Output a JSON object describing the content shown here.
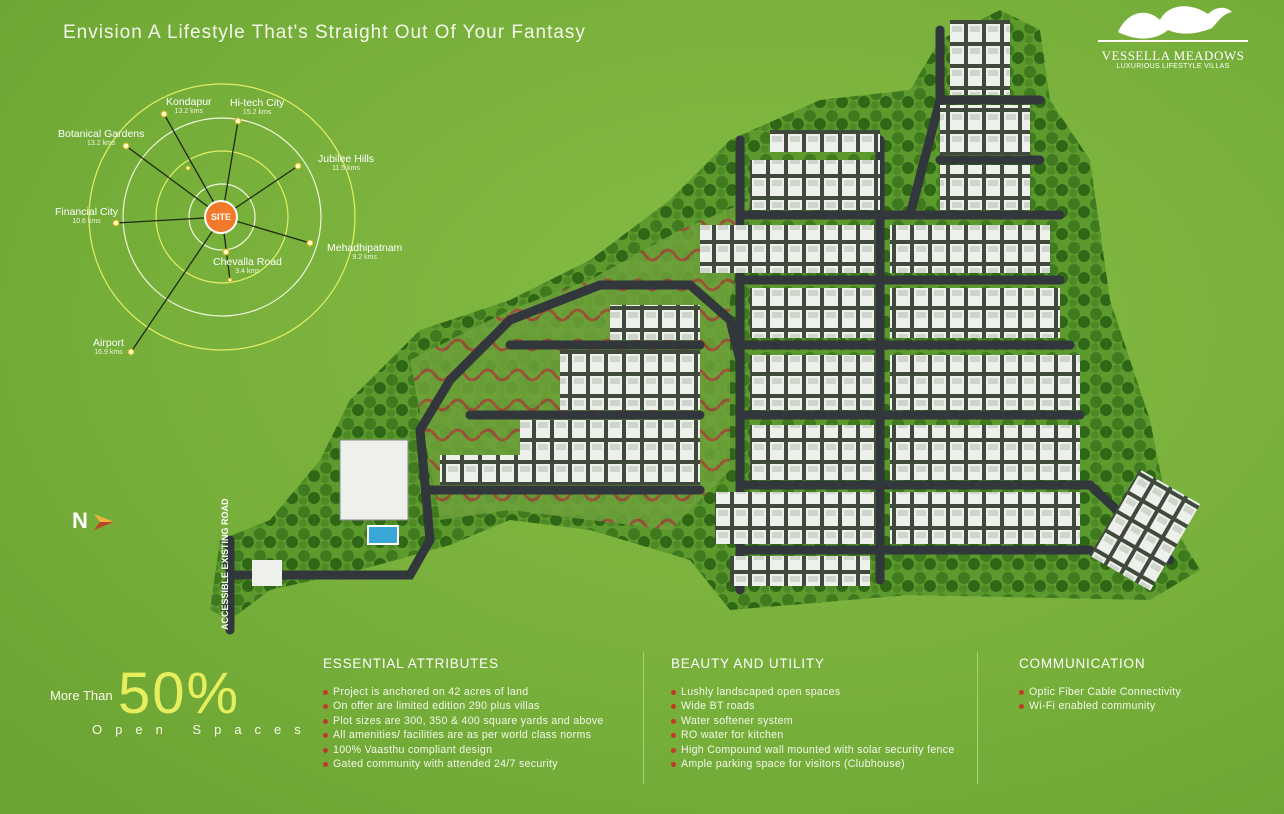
{
  "headline": "Envision A Lifestyle That's Straight Out Of Your Fantasy",
  "logo": {
    "brand": "VESSELLA MEADOWS",
    "tagline": "LUXURIOUS LIFESTYLE VILLAS"
  },
  "radar": {
    "center": "SITE",
    "locations": [
      {
        "name": "Kondapur",
        "distance": "13.2 kms"
      },
      {
        "name": "Hi-tech City",
        "distance": "15.2 kms"
      },
      {
        "name": "Botanical Gardens",
        "distance": "13.2 kms"
      },
      {
        "name": "Jubilee Hills",
        "distance": "11.5 kms"
      },
      {
        "name": "Financial City",
        "distance": "10.6 kms"
      },
      {
        "name": "Mehadhipatnam",
        "distance": "9.2 kms"
      },
      {
        "name": "Chevalla Road",
        "distance": "3.4 kms"
      },
      {
        "name": "Airport",
        "distance": "16.9 kms"
      }
    ]
  },
  "north": "N",
  "map": {
    "road_label": "ACCESSIBLE EXISTING ROAD"
  },
  "open_spaces": {
    "prefix": "More Than",
    "value": "50%",
    "label": "Open Spaces"
  },
  "sections": [
    {
      "title": "ESSENTIAL ATTRIBUTES",
      "items": [
        "Project is anchored on 42 acres of land",
        "On offer are limited edition 290 plus villas",
        "Plot sizes are 300, 350 & 400 square yards and above",
        "All amenities/ facilities are as per world class norms",
        "100% Vaasthu compliant design",
        "Gated community with attended 24/7 security"
      ]
    },
    {
      "title": "BEAUTY AND UTILITY",
      "items": [
        "Lushly landscaped open spaces",
        "Wide BT roads",
        "Water softener system",
        "RO water for kitchen",
        "High Compound wall mounted with solar security fence",
        "Ample parking space for visitors (Clubhouse)"
      ]
    },
    {
      "title": "COMMUNICATION",
      "items": [
        "Optic Fiber Cable Connectivity",
        "Wi-Fi enabled community"
      ]
    }
  ],
  "colors": {
    "background": "#7ab33d",
    "site": "#f07a2a",
    "accent": "#e7ee5e",
    "bullet": "#c2392a"
  }
}
